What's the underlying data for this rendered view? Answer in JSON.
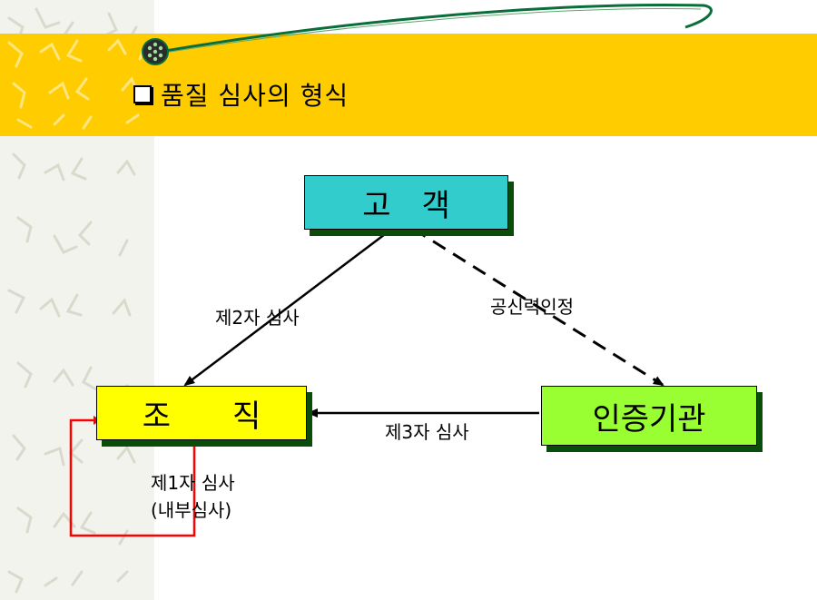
{
  "slide": {
    "title": "품질 심사의 형식"
  },
  "nodes": {
    "customer": {
      "label": "고　객",
      "color": "#33cccc"
    },
    "organization": {
      "label": "조　　직",
      "color": "#ffff00"
    },
    "certifier": {
      "label": "인증기관",
      "color": "#99ff33"
    }
  },
  "edges": {
    "second_party": "제2자 심사",
    "public_trust": "공신력인정",
    "third_party": "제3자 심사",
    "first_party_line1": "제1자 심사",
    "first_party_line2": "(내부심사)"
  },
  "colors": {
    "banner": "#ffcc00",
    "swoosh": "#0a6e3a",
    "node_shadow": "#0a4d0a",
    "self_loop": "#ff0000"
  }
}
